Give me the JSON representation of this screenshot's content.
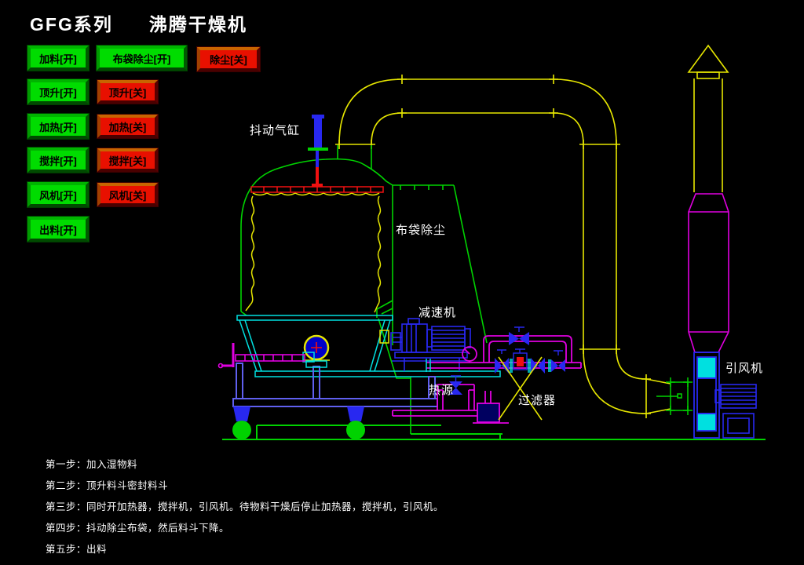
{
  "title": {
    "series": "GFG系列",
    "name": "沸腾干燥机"
  },
  "controls": [
    {
      "label": "加料[开]",
      "state": "on"
    },
    {
      "label": "布袋除尘[开]",
      "state": "on"
    },
    {
      "label": "除尘[关]",
      "state": "off"
    },
    {
      "label": "顶升[开]",
      "state": "on"
    },
    {
      "label": "顶升[关]",
      "state": "off"
    },
    {
      "label": "加热[开]",
      "state": "on"
    },
    {
      "label": "加热[关]",
      "state": "off"
    },
    {
      "label": "搅拌[开]",
      "state": "on"
    },
    {
      "label": "搅拌[关]",
      "state": "off"
    },
    {
      "label": "风机[开]",
      "state": "on"
    },
    {
      "label": "风机[关]",
      "state": "off"
    },
    {
      "label": "出料[开]",
      "state": "on"
    }
  ],
  "diagram_labels": {
    "shaker": "抖动气缸",
    "bag": "布袋除尘",
    "gear_motor": "减速机",
    "heat_source": "热源",
    "filter": "过滤器",
    "fan": "引风机"
  },
  "steps": [
    "第一步：加入湿物料",
    "第二步：顶升料斗密封料斗",
    "第三步：同时开加热器，搅拌机，引风机。待物料干燥后停止加热器，搅拌机，引风机。",
    "第四步：抖动除尘布袋，然后料斗下降。",
    "第五步：出料"
  ],
  "colors": {
    "bg": "#000000",
    "btn-green": "#00dc00",
    "btn-red": "#e81000",
    "c-green": "#00d200",
    "c-yellow": "#e6e600",
    "c-cyan": "#00e0e0",
    "c-magenta": "#e000e0",
    "c-blue": "#2828f0",
    "c-frame": "#6060f0",
    "c-red": "#f01010",
    "c-white": "#ffffff"
  }
}
